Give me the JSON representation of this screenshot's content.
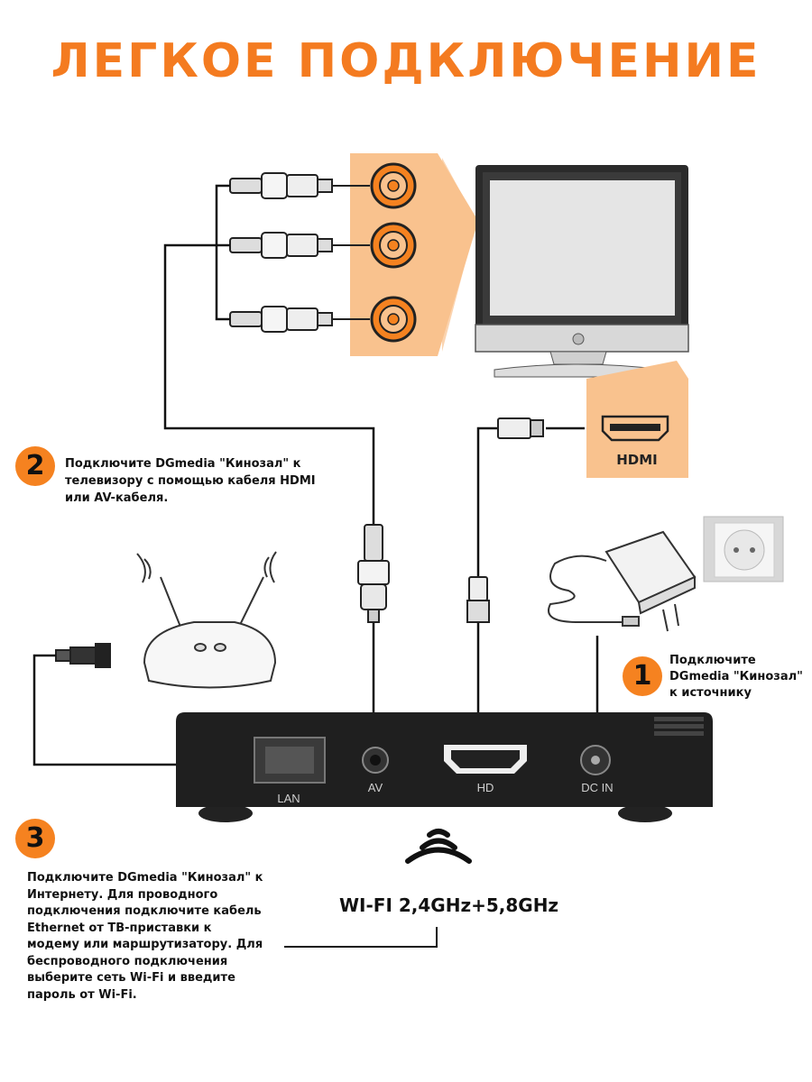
{
  "title": "ЛЕГКОЕ ПОДКЛЮЧЕНИЕ",
  "colors": {
    "accent": "#f58220",
    "highlight": "#f9c28e",
    "device": "#1f1f1f",
    "line": "#111111"
  },
  "steps": [
    {
      "number": "1",
      "text": "Подключите\nDGmedia \"Кинозал\"\nк источнику"
    },
    {
      "number": "2",
      "text": "Подключите DGmedia \"Кинозал\" к\nтелевизору с помощью кабеля HDMI\nили AV-кабеля."
    },
    {
      "number": "3",
      "text": "Подключите DGmedia \"Кинозал\" к\nИнтернету. Для проводного\nподключения подключите кабель\nEthernet от ТВ-приставки к\nмодему или маршрутизатору. Для\nбеспроводного подключения\nвыберите сеть Wi-Fi и введите\nпароль от Wi-Fi."
    }
  ],
  "ports": {
    "lan": "LAN",
    "av": "AV",
    "hd": "HD",
    "dc": "DC  IN"
  },
  "tv_port_label": "HDMI",
  "wifi_label": "WI-FI 2,4GHz+5,8GHz",
  "icons": [
    "tv-icon",
    "router-icon",
    "power-adapter-icon",
    "wall-socket-icon",
    "wifi-icon",
    "rca-connector-icon",
    "hdmi-connector-icon",
    "ethernet-connector-icon",
    "tv-box-icon"
  ]
}
